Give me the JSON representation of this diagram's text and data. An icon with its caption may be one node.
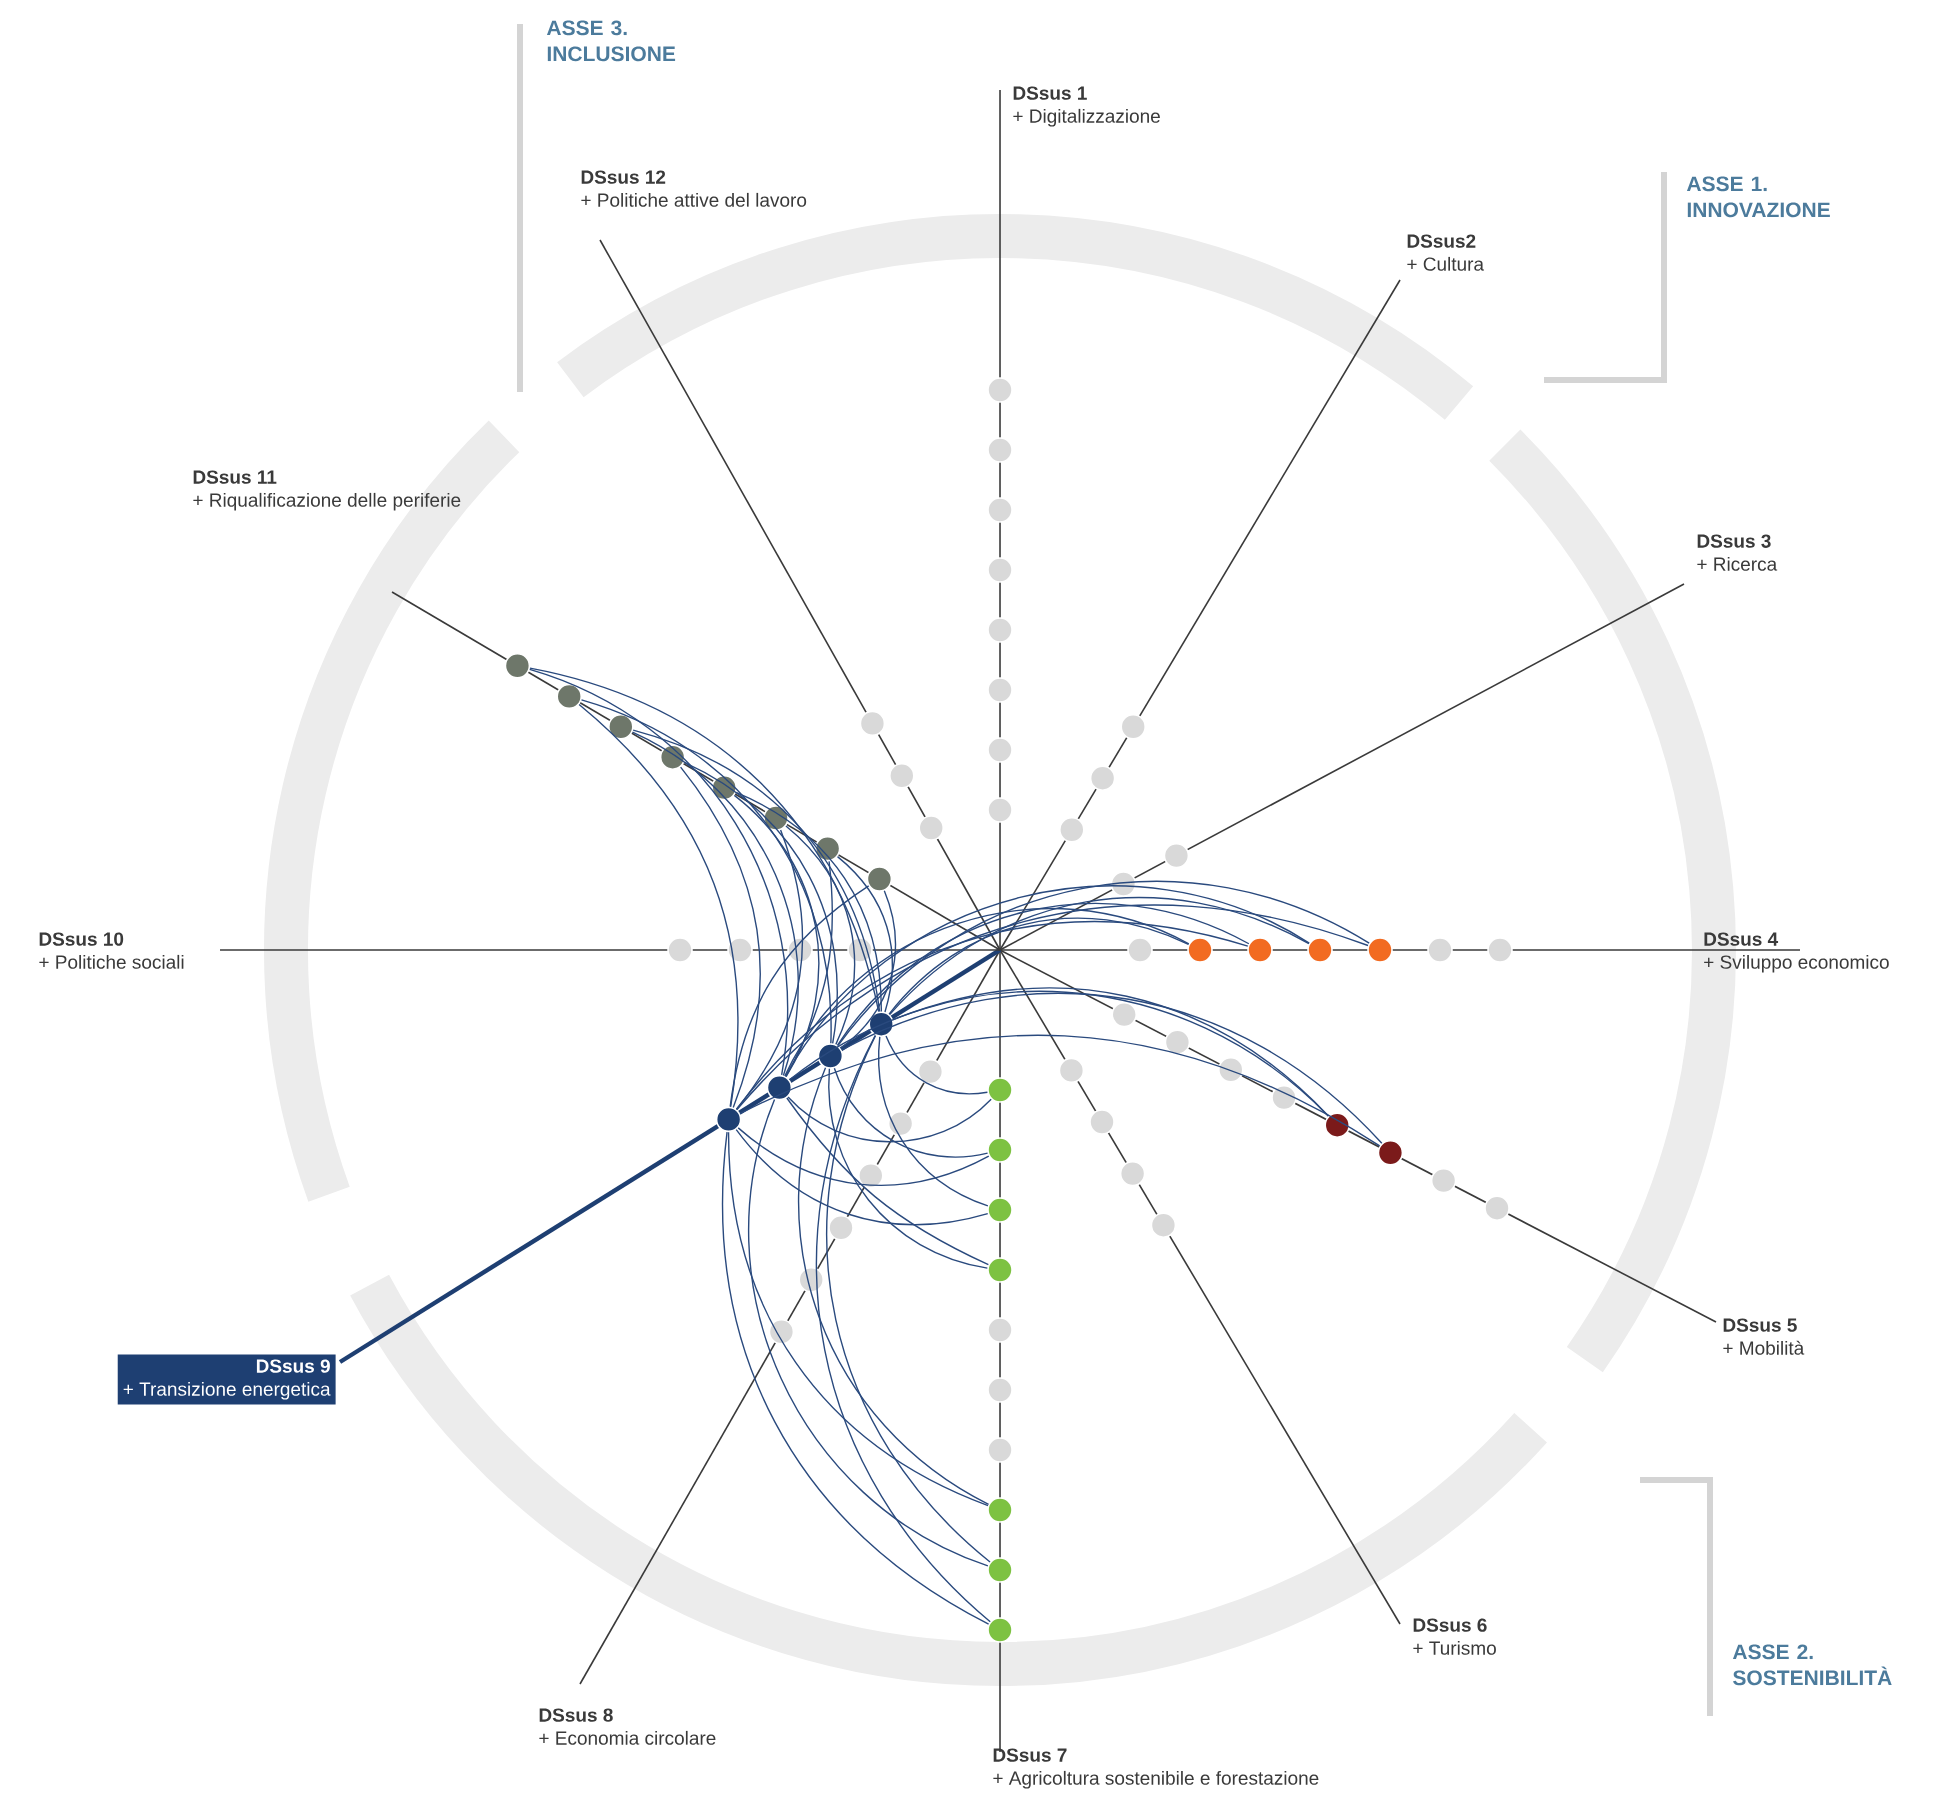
{
  "diagram": {
    "nodes": [
      {
        "text": [
          "DSsus 1",
          "+ Digitalizzazione"
        ]
      },
      {
        "text": [],
        "shape": "circle"
      },
      {
        "text": [],
        "shape": "circle"
      },
      {
        "text": [],
        "shape": "circle"
      },
      {
        "text": [],
        "shape": "circle"
      },
      {
        "text": [],
        "shape": "circle"
      },
      {
        "text": [],
        "shape": "circle"
      },
      {
        "text": [],
        "shape": "circle"
      },
      {
        "text": [],
        "shape": "circle"
      },
      {
        "text": [
          "DSsus2",
          "+ Cultura"
        ]
      },
      {
        "text": [],
        "shape": "circle"
      },
      {
        "text": [],
        "shape": "circle"
      },
      {
        "text": [],
        "shape": "circle"
      },
      {
        "text": [
          "DSsus 3",
          "+ Ricerca"
        ]
      },
      {
        "text": [],
        "shape": "circle"
      },
      {
        "text": [],
        "shape": "circle"
      },
      {
        "text": [
          "DSsus 4",
          "+ Sviluppo economico"
        ]
      },
      {
        "text": [],
        "shape": "circle"
      },
      {
        "text": [],
        "shape": "circle"
      },
      {
        "text": [],
        "shape": "circle"
      },
      {
        "text": [],
        "shape": "circle"
      },
      {
        "text": [],
        "shape": "circle"
      },
      {
        "text": [],
        "shape": "circle"
      },
      {
        "text": [],
        "shape": "circle"
      },
      {
        "text": [
          "DSsus 5",
          "+ Mobilità"
        ]
      },
      {
        "text": [],
        "shape": "circle"
      },
      {
        "text": [],
        "shape": "circle"
      },
      {
        "text": [],
        "shape": "circle"
      },
      {
        "text": [],
        "shape": "circle"
      },
      {
        "text": [],
        "shape": "circle"
      },
      {
        "text": [],
        "shape": "circle"
      },
      {
        "text": [],
        "shape": "circle"
      },
      {
        "text": [],
        "shape": "circle"
      },
      {
        "text": [
          "DSsus 6",
          "+ Turismo"
        ]
      },
      {
        "text": [],
        "shape": "circle"
      },
      {
        "text": [],
        "shape": "circle"
      },
      {
        "text": [],
        "shape": "circle"
      },
      {
        "text": [],
        "shape": "circle"
      },
      {
        "text": [
          "DSsus 7",
          "+ Agricoltura sostenibile e forestazione"
        ]
      },
      {
        "text": [],
        "shape": "circle"
      },
      {
        "text": [],
        "shape": "circle"
      },
      {
        "text": [],
        "shape": "circle"
      },
      {
        "text": [],
        "shape": "circle"
      },
      {
        "text": [],
        "shape": "circle"
      },
      {
        "text": [],
        "shape": "circle"
      },
      {
        "text": [],
        "shape": "circle"
      },
      {
        "text": [],
        "shape": "circle"
      },
      {
        "text": [],
        "shape": "circle"
      },
      {
        "text": [],
        "shape": "circle"
      },
      {
        "text": [
          "DSsus 8",
          "+ Economia circolare"
        ]
      },
      {
        "text": [],
        "shape": "circle"
      },
      {
        "text": [],
        "shape": "circle"
      },
      {
        "text": [],
        "shape": "circle"
      },
      {
        "text": [],
        "shape": "circle"
      },
      {
        "text": [],
        "shape": "circle"
      },
      {
        "text": [],
        "shape": "circle"
      },
      {
        "text": [
          "DSsus 9",
          "+ Transizione energetica"
        ]
      },
      {
        "text": [],
        "shape": "circle"
      },
      {
        "text": [],
        "shape": "circle"
      },
      {
        "text": [],
        "shape": "circle"
      },
      {
        "text": [],
        "shape": "circle"
      },
      {
        "text": [
          "DSsus 10",
          "+ Politiche sociali"
        ]
      },
      {
        "text": [],
        "shape": "circle"
      },
      {
        "text": [],
        "shape": "circle"
      },
      {
        "text": [],
        "shape": "circle"
      },
      {
        "text": [],
        "shape": "circle"
      },
      {
        "text": [
          "DSsus 11",
          "+ Riqualificazione delle periferie"
        ]
      },
      {
        "text": [],
        "shape": "circle"
      },
      {
        "text": [],
        "shape": "circle"
      },
      {
        "text": [],
        "shape": "circle"
      },
      {
        "text": [],
        "shape": "circle"
      },
      {
        "text": [],
        "shape": "circle"
      },
      {
        "text": [],
        "shape": "circle"
      },
      {
        "text": [],
        "shape": "circle"
      },
      {
        "text": [],
        "shape": "circle"
      },
      {
        "text": [
          "DSsus 12",
          "+ Politiche attive del lavoro"
        ]
      },
      {
        "text": [],
        "shape": "circle"
      },
      {
        "text": [],
        "shape": "circle"
      },
      {
        "text": [],
        "shape": "circle"
      }
    ],
    "edges": [
      {
        "from": 58,
        "to": 67,
        "arrow": "none"
      },
      {
        "from": 60,
        "to": 67,
        "arrow": "none"
      },
      {
        "from": 59,
        "to": 68,
        "arrow": "none"
      },
      {
        "from": 57,
        "to": 68,
        "arrow": "none"
      },
      {
        "from": 60,
        "to": 69,
        "arrow": "none"
      },
      {
        "from": 58,
        "to": 69,
        "arrow": "none"
      },
      {
        "from": 57,
        "to": 70,
        "arrow": "none"
      },
      {
        "from": 59,
        "to": 70,
        "arrow": "none"
      },
      {
        "from": 58,
        "to": 71,
        "arrow": "none"
      },
      {
        "from": 60,
        "to": 71,
        "arrow": "none"
      },
      {
        "from": 59,
        "to": 72,
        "arrow": "none"
      },
      {
        "from": 57,
        "to": 72,
        "arrow": "none"
      },
      {
        "from": 60,
        "to": 73,
        "arrow": "none"
      },
      {
        "from": 58,
        "to": 73,
        "arrow": "none"
      },
      {
        "from": 57,
        "to": 74,
        "arrow": "none"
      },
      {
        "from": 59,
        "to": 74,
        "arrow": "none"
      },
      {
        "from": 57,
        "to": 18,
        "arrow": "none"
      },
      {
        "from": 59,
        "to": 18,
        "arrow": "none"
      },
      {
        "from": 58,
        "to": 19,
        "arrow": "none"
      },
      {
        "from": 60,
        "to": 19,
        "arrow": "none"
      },
      {
        "from": 57,
        "to": 20,
        "arrow": "none"
      },
      {
        "from": 59,
        "to": 20,
        "arrow": "none"
      },
      {
        "from": 58,
        "to": 21,
        "arrow": "none"
      },
      {
        "from": 60,
        "to": 21,
        "arrow": "none"
      },
      {
        "from": 57,
        "to": 29,
        "arrow": "none"
      },
      {
        "from": 59,
        "to": 29,
        "arrow": "none"
      },
      {
        "from": 58,
        "to": 30,
        "arrow": "none"
      },
      {
        "from": 60,
        "to": 30,
        "arrow": "none"
      },
      {
        "from": 57,
        "to": 39,
        "arrow": "none"
      },
      {
        "from": 59,
        "to": 39,
        "arrow": "none"
      },
      {
        "from": 58,
        "to": 40,
        "arrow": "none"
      },
      {
        "from": 60,
        "to": 40,
        "arrow": "none"
      },
      {
        "from": 57,
        "to": 41,
        "arrow": "none"
      },
      {
        "from": 60,
        "to": 41,
        "arrow": "none"
      },
      {
        "from": 58,
        "to": 42,
        "arrow": "none"
      },
      {
        "from": 59,
        "to": 42,
        "arrow": "none"
      },
      {
        "from": 60,
        "to": 46,
        "arrow": "none"
      },
      {
        "from": 58,
        "to": 46,
        "arrow": "none"
      },
      {
        "from": 59,
        "to": 47,
        "arrow": "none"
      },
      {
        "from": 57,
        "to": 47,
        "arrow": "none"
      },
      {
        "from": 60,
        "to": 48,
        "arrow": "none"
      },
      {
        "from": 57,
        "to": 48,
        "arrow": "none"
      }
    ],
    "labels": [
      "ASSE 3. INCLUSIONE",
      "ASSE 1. INNOVAZIONE",
      "ASSE 2. SOSTENIBILITÀ"
    ]
  }
}
